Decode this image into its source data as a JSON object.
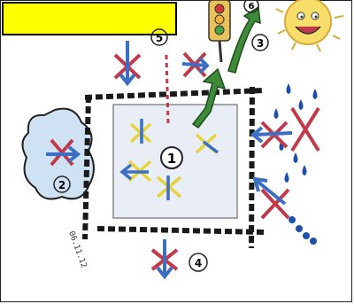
{
  "title_box": {
    "fill": "#ffff00",
    "text": ""
  },
  "labels": {
    "zone_1": "1",
    "zone_2": "2",
    "zone_3": "3",
    "zone_4": "4",
    "zone_5": "5",
    "zone_6": "6"
  },
  "signature": "06.11.12",
  "colors": {
    "road": "#1a1a1a",
    "square_fill": "#e9eef6",
    "shrub": "#cfe2f3",
    "arrow_blue": "#3a6fc4",
    "cross_red": "#c23a4a",
    "cross_yellow": "#e6d23a",
    "green_arrow": "#3d8a3a",
    "sun": "#f7de6b",
    "drops": "#1e4fa8"
  },
  "icons": [
    "traffic-light-icon",
    "sun-icon",
    "raindrops-icon",
    "shrub-icon"
  ]
}
